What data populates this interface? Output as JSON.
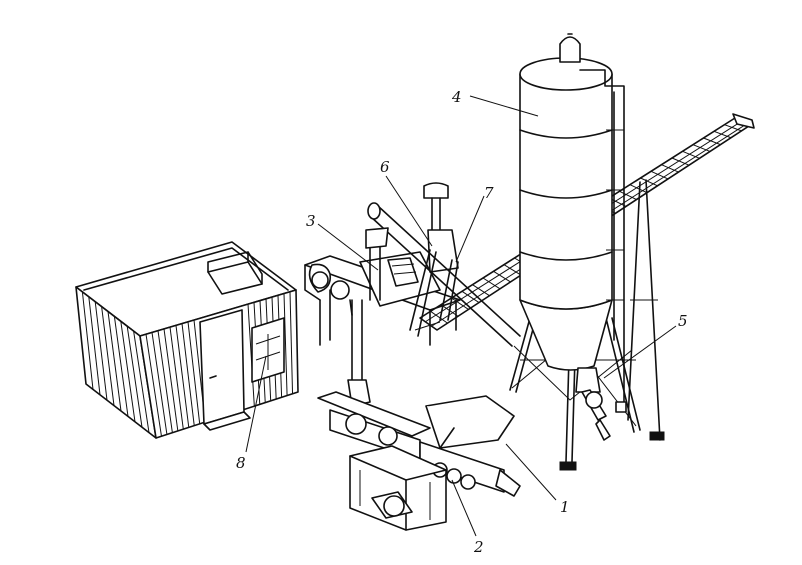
{
  "diagram": {
    "labels": {
      "mixer": "1",
      "screw_pump": "2",
      "compressor": "3",
      "silo": "4",
      "silo_outlet": "5",
      "inclined_screw": "6",
      "dust_filter": "7",
      "control_cabin": "8"
    }
  }
}
